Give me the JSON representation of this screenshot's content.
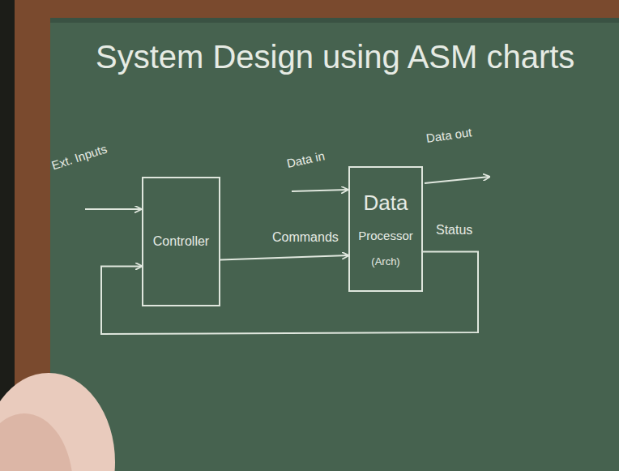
{
  "diagram": {
    "title": "System Design using ASM charts",
    "nodes": [
      {
        "text": [
          "Controller"
        ]
      },
      {
        "text": [
          "Data",
          "Processor",
          "(Arch)"
        ]
      }
    ],
    "edges": [
      {
        "from": 0,
        "to": 1,
        "arrow": "to",
        "label": "Commands"
      },
      {
        "from": 1,
        "to": 0,
        "arrow": "to",
        "label": "Status"
      }
    ],
    "labels": [
      "Ext. Inputs",
      "Data in",
      "Data out"
    ]
  }
}
